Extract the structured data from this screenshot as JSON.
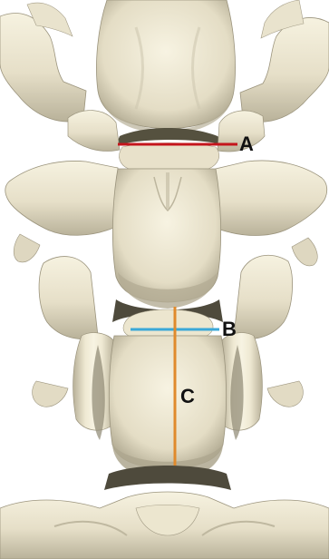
{
  "labels": {
    "a": "A",
    "b": "B",
    "c": "C"
  },
  "colors": {
    "line_a": "#c4151c",
    "line_b": "#3aa8d8",
    "line_c": "#e08a2c",
    "bone_light": "#f3efdc",
    "bone_mid": "#dcd5bd",
    "bone_shadow": "#a69f88",
    "bone_dark": "#6b6655"
  }
}
